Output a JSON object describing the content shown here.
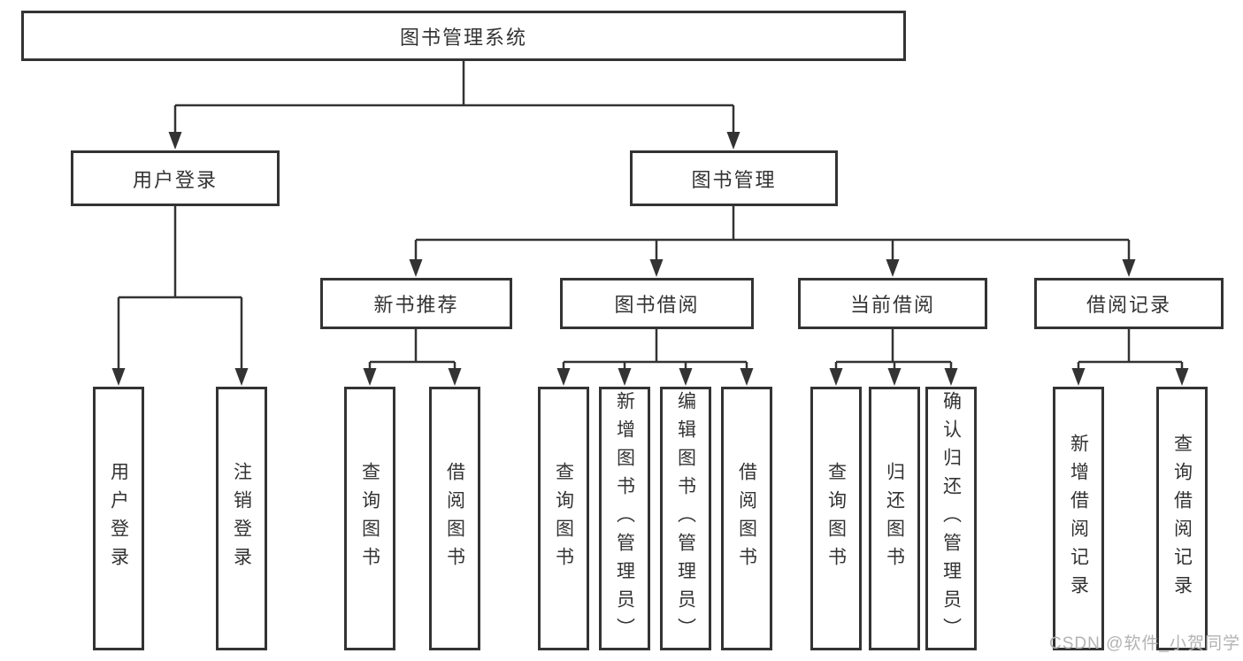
{
  "diagram": {
    "colors": {
      "line": "#333333",
      "text": "#333333",
      "background": "#ffffff",
      "watermark": "#b3b3b3"
    },
    "tree": {
      "root": {
        "label": "图书管理系统",
        "children": [
          {
            "label": "用户登录",
            "children": [
              {
                "label": "用户登录"
              },
              {
                "label": "注销登录"
              }
            ]
          },
          {
            "label": "图书管理",
            "children": [
              {
                "label": "新书推荐",
                "children": [
                  {
                    "label": "查询图书"
                  },
                  {
                    "label": "借阅图书"
                  }
                ]
              },
              {
                "label": "图书借阅",
                "children": [
                  {
                    "label": "查询图书"
                  },
                  {
                    "label": "新增图书（管理员）"
                  },
                  {
                    "label": "编辑图书（管理员）"
                  },
                  {
                    "label": "借阅图书"
                  }
                ]
              },
              {
                "label": "当前借阅",
                "children": [
                  {
                    "label": "查询图书"
                  },
                  {
                    "label": "归还图书"
                  },
                  {
                    "label": "确认归还（管理员）"
                  }
                ]
              },
              {
                "label": "借阅记录",
                "children": [
                  {
                    "label": "新增借阅记录"
                  },
                  {
                    "label": "查询借阅记录"
                  }
                ]
              }
            ]
          }
        ]
      }
    },
    "watermark": "CSDN @软件_小贺同学"
  }
}
